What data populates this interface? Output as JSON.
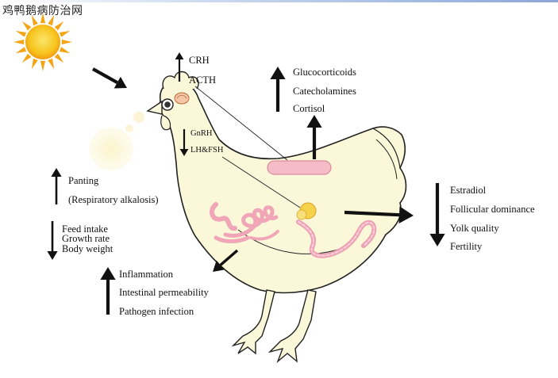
{
  "watermark": "鸡鸭鹅病防治网",
  "colors": {
    "body_fill": "#fbf7d9",
    "body_stroke": "#222222",
    "organ_pink": "#f2b9c6",
    "organ_stroke": "#d98aa0",
    "sun_yellow": "#f7d421",
    "sun_orange": "#f19a14",
    "arrow": "#111111"
  },
  "labels": {
    "hypothalamus": {
      "crh": "CRH",
      "acth": "ACTH"
    },
    "adrenal": {
      "glucocorticoids": "Glucocorticoids",
      "catecholamines": "Catecholamines",
      "cortisol": "Cortisol"
    },
    "gonadal": {
      "gnrh": "GnRH",
      "lhfsh": "LH&FSH"
    },
    "respiration": {
      "panting": "Panting",
      "alkalosis": "(Respiratory alkalosis)"
    },
    "growth": {
      "feed_intake": "Feed intake",
      "growth_rate": "Growth rate",
      "body_weight": "Body weight"
    },
    "intestine": {
      "inflammation": "Inflammation",
      "permeability": "Intestinal permeability",
      "pathogen": "Pathogen infection"
    },
    "reproduction": {
      "estradiol": "Estradiol",
      "follicular": "Follicular dominance",
      "yolk": "Yolk quality",
      "fertility": "Fertility"
    }
  }
}
